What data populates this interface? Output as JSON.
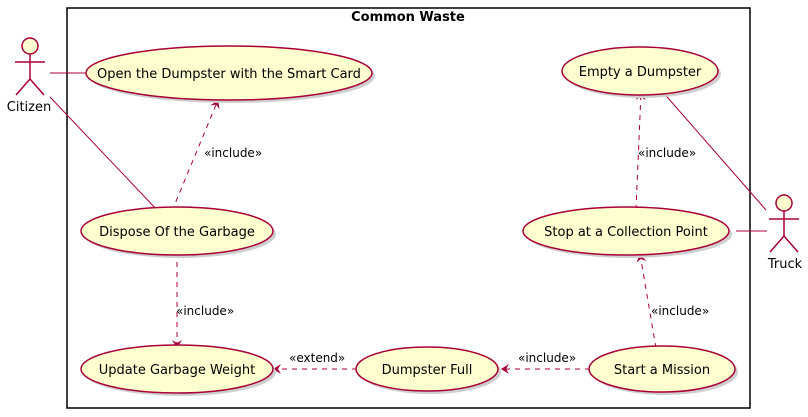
{
  "diagram": {
    "title": "Common Waste",
    "actors": {
      "citizen": "Citizen",
      "truck": "Truck"
    },
    "use_cases": {
      "open_dumpster": "Open the Dumpster with the Smart Card",
      "dispose_garbage": "Dispose Of the Garbage",
      "update_weight": "Update Garbage Weight",
      "dumpster_full": "Dumpster Full",
      "empty_dumpster": "Empty a Dumpster",
      "stop_collection": "Stop at a Collection Point",
      "start_mission": "Start a Mission"
    },
    "relations": {
      "include_1": "«include»",
      "include_2": "«include»",
      "include_3": "«include»",
      "include_4": "«include»",
      "include_5": "«include»",
      "extend_1": "«extend»"
    },
    "colors": {
      "usecase_fill": "#FEFECE",
      "border": "#A80036",
      "shadow": "#CFCFCF"
    }
  }
}
